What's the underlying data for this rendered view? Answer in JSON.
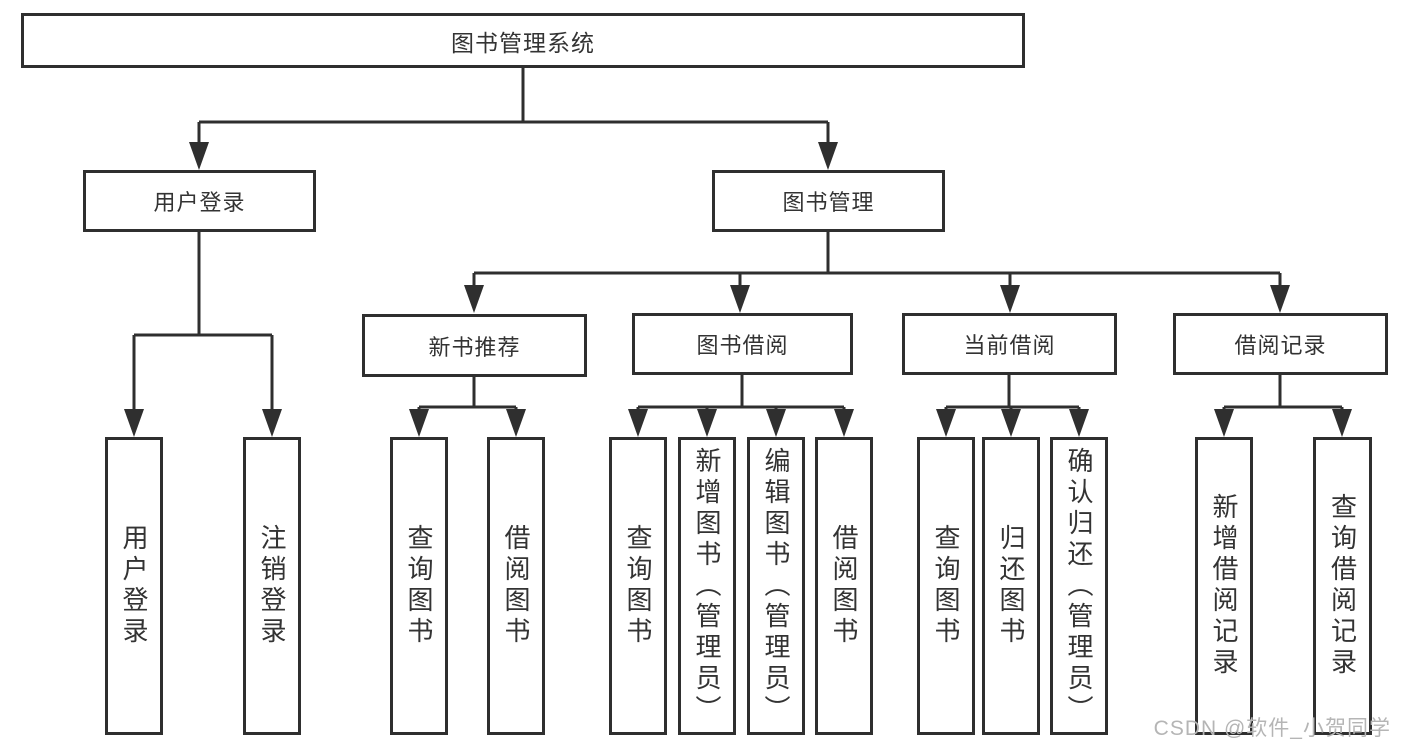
{
  "diagram_title": "图书管理系统",
  "nodes": {
    "root": {
      "label": "图书管理系统"
    },
    "user_login": {
      "label": "用户登录",
      "leaves": [
        "用户登录",
        "注销登录"
      ]
    },
    "book_mgmt": {
      "label": "图书管理"
    },
    "new_books": {
      "label": "新书推荐",
      "leaves": [
        "查询图书",
        "借阅图书"
      ]
    },
    "borrowing": {
      "label": "图书借阅",
      "leaves": [
        "查询图书",
        "新增图书（管理员）",
        "编辑图书（管理员）",
        "借阅图书"
      ]
    },
    "current_loans": {
      "label": "当前借阅",
      "leaves": [
        "查询图书",
        "归还图书",
        "确认归还（管理员）"
      ]
    },
    "loan_records": {
      "label": "借阅记录",
      "leaves": [
        "新增借阅记录",
        "查询借阅记录"
      ]
    }
  },
  "watermark": "CSDN @软件_小贺同学",
  "colors": {
    "line": "#2f2f2f",
    "box_border": "#2f2f2f",
    "text": "#333333",
    "watermark": "#b5b5b5",
    "background": "#ffffff"
  }
}
